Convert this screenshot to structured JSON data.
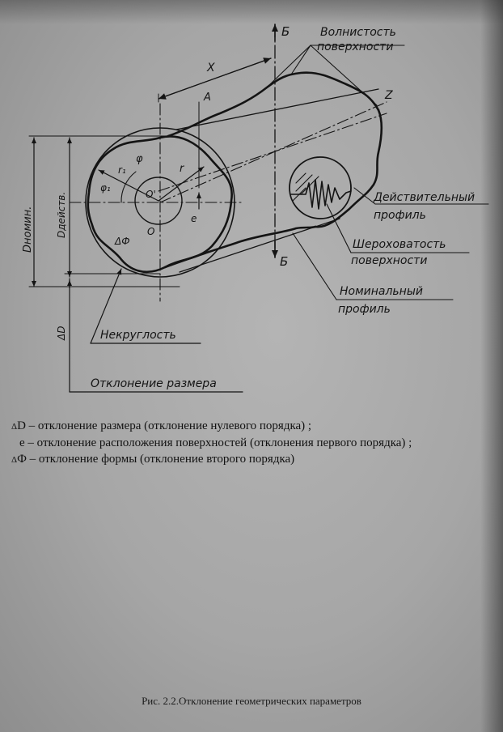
{
  "figure": {
    "labels": {
      "section_top": "Б",
      "section_bottom": "Б",
      "x": "X",
      "a": "A",
      "z": "Z",
      "center_o1": "O'",
      "center_o": "O",
      "phi": "φ",
      "phi1": "φ₁",
      "r1": "r₁",
      "r": "r",
      "e": "e",
      "delta_phi": "ΔФ",
      "d_nom": "Dномин.",
      "d_act": "Dдейств.",
      "delta_d": "ΔD"
    },
    "callouts": {
      "waviness_line1": "Волнистость",
      "waviness_line2": "поверхности",
      "actual_line1": "Действительный",
      "actual_line2": "профиль",
      "roughness_line1": "Шероховатость",
      "roughness_line2": "поверхности",
      "nominal_line1": "Номинальный",
      "nominal_line2": "профиль",
      "nonroundness": "Некруглость",
      "size_deviation": "Отклонение размера"
    }
  },
  "legend": {
    "line1_symbol": "Δ",
    "line1_text": "D – отклонение размера (отклонение нулевого порядка) ;",
    "line2_text": "e – отклонение расположения поверхностей (отклонения первого порядка) ;",
    "line3_symbol": "Δ",
    "line3_text": "Ф – отклонение формы (отклонение второго порядка)"
  },
  "caption": "Рис. 2.2.Отклонение геометрических параметров"
}
